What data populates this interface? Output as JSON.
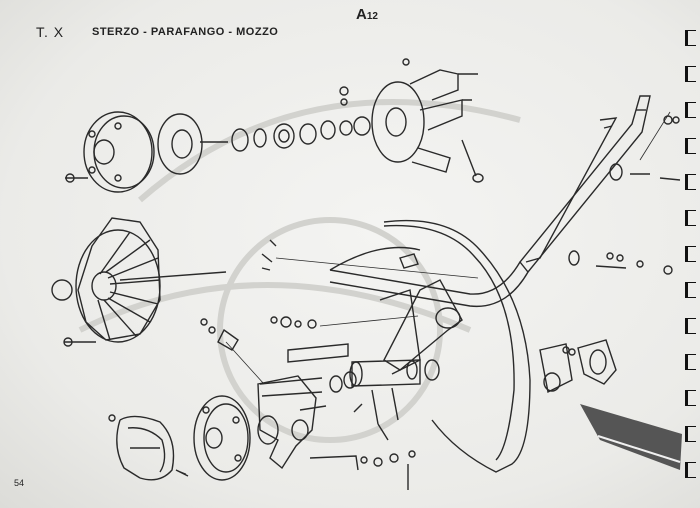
{
  "header": {
    "code": "T. X",
    "title": "STERZO - PARAFANGO - MOZZO",
    "sheet_letter": "A",
    "sheet_number": "12"
  },
  "footer": {
    "page_number": "54"
  },
  "drawing": {
    "ink": "#2a2a2a",
    "shade": "#555555"
  }
}
